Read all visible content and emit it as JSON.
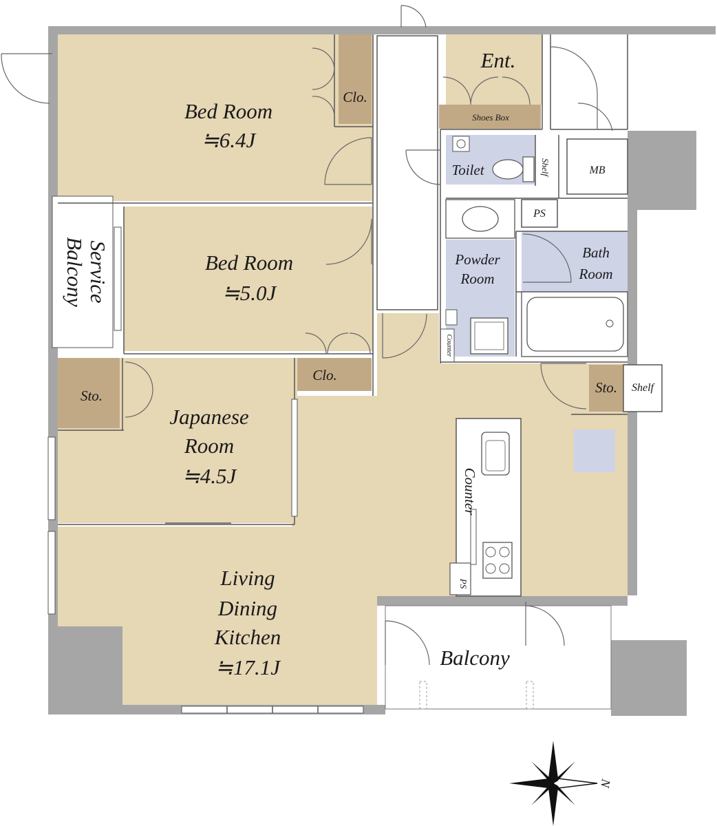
{
  "rooms": {
    "bedroom1": {
      "name": "Bed Room",
      "size": "≒6.4J"
    },
    "bedroom2": {
      "name": "Bed Room",
      "size": "≒5.0J"
    },
    "japanese": {
      "line1": "Japanese",
      "line2": "Room",
      "size": "≒4.5J"
    },
    "ldk": {
      "line1": "Living",
      "line2": "Dining",
      "line3": "Kitchen",
      "size": "≒17.1J"
    },
    "service_balcony": {
      "line1": "Service",
      "line2": "Balcony"
    },
    "balcony": {
      "name": "Balcony"
    },
    "entrance": {
      "name": "Ent."
    },
    "toilet": {
      "name": "Toilet"
    },
    "powder": {
      "line1": "Powder",
      "line2": "Room"
    },
    "bath": {
      "line1": "Bath",
      "line2": "Room"
    }
  },
  "fixtures": {
    "clo_top": "Clo.",
    "clo_mid": "Clo.",
    "sto_left": "Sto.",
    "sto_right": "Sto.",
    "shelf_right": "Shelf",
    "shelf_toilet": "Shelf",
    "shoes_box": "Shoes Box",
    "mb": "MB",
    "ps_top": "PS",
    "ps_kitchen": "PS",
    "counter_kitchen": "Counter",
    "counter_powder": "Counter"
  },
  "compass": {
    "direction": "N"
  },
  "colors": {
    "floor": "#e6d7b5",
    "closet": "#c2a985",
    "wet_area": "#ced3e6",
    "wall": "#a6a6a6"
  }
}
